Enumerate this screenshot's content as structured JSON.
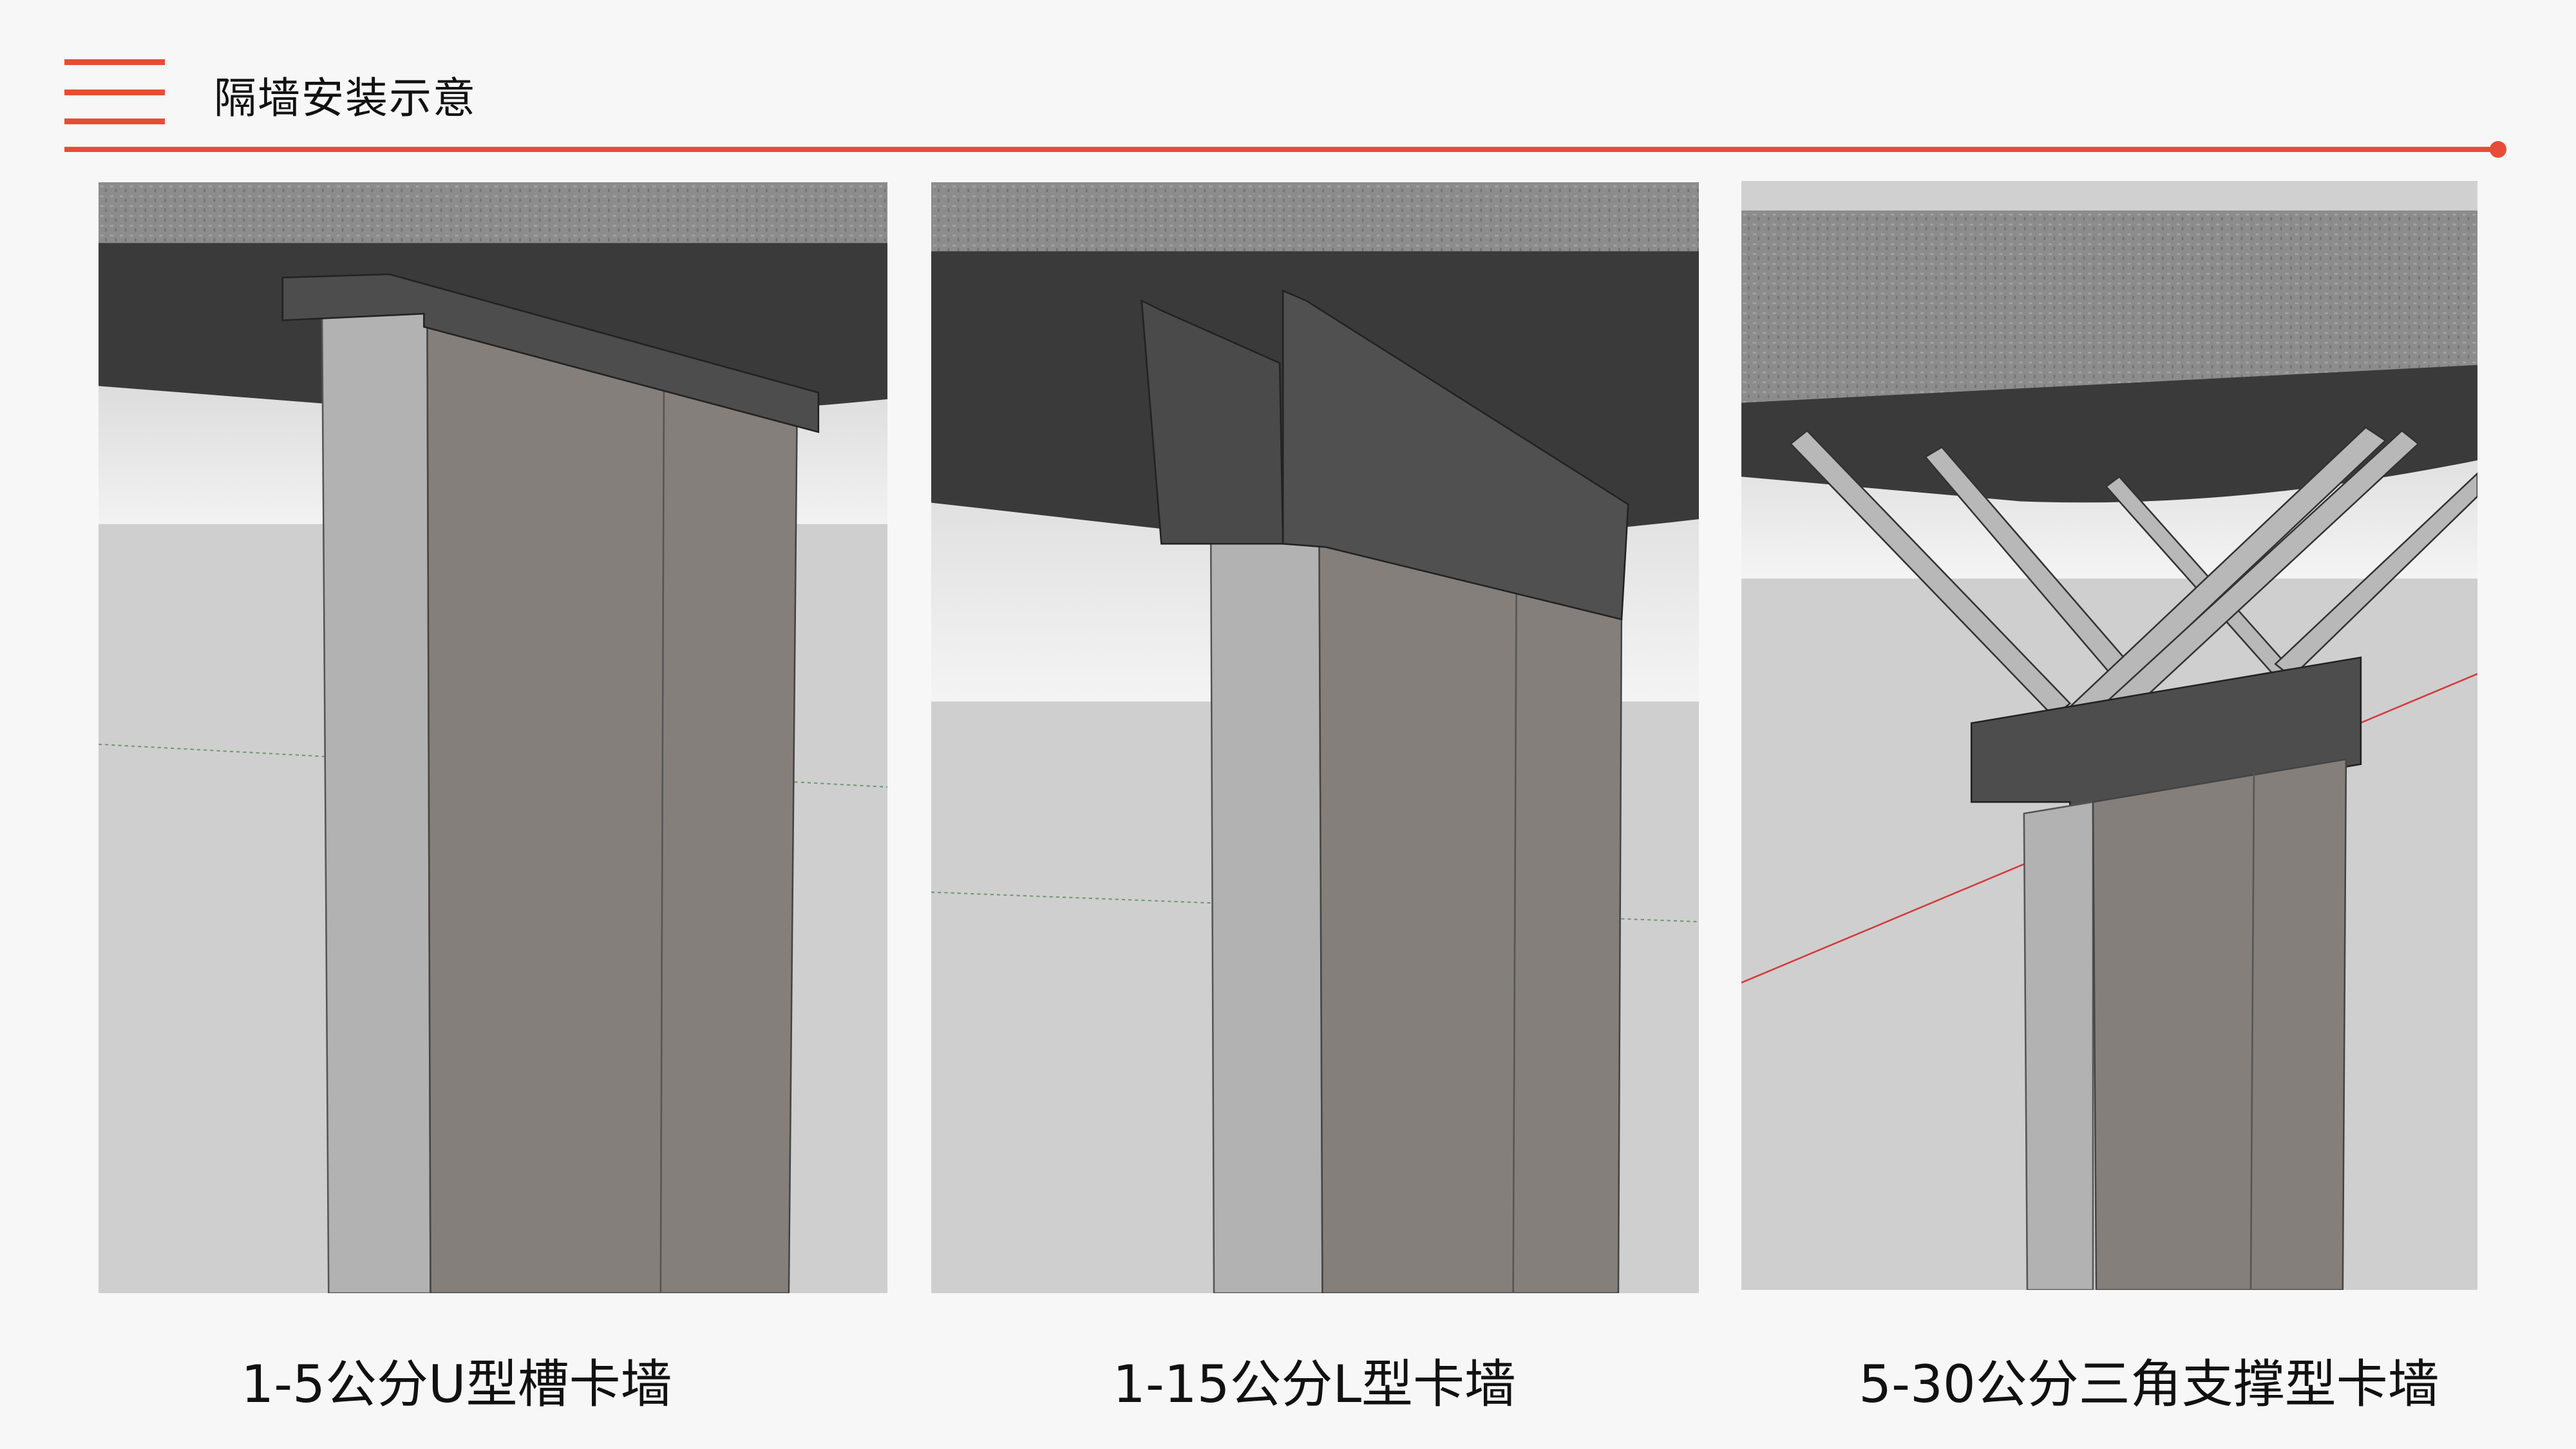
{
  "header": {
    "menu_icon": "hamburger-icon",
    "title": "隔墙安装示意",
    "accent_color": "#e84c36"
  },
  "figures": [
    {
      "caption": "1-5公分U型槽卡墙"
    },
    {
      "caption": "1-15公分L型卡墙"
    },
    {
      "caption": "5-30公分三角支撑型卡墙"
    }
  ]
}
